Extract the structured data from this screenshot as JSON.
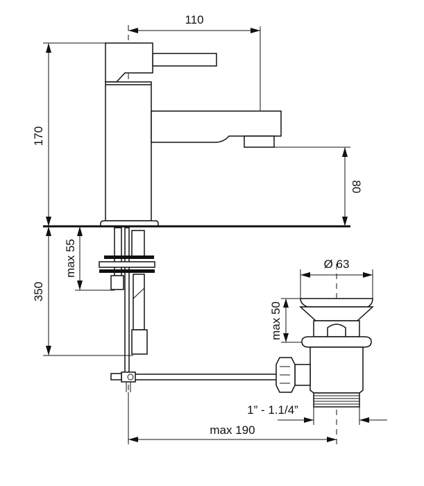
{
  "title": "Basin mixer technical drawing",
  "dimensions": {
    "spout_reach": "110",
    "total_height": "170",
    "spout_height": "80",
    "under_counter_length": "350",
    "max_counter_thickness": "max 55",
    "waste_diameter": "Ø 63",
    "waste_max_height": "max 50",
    "waste_thread": "1” - 1.1/4”",
    "max_rod_length": "max 190"
  }
}
